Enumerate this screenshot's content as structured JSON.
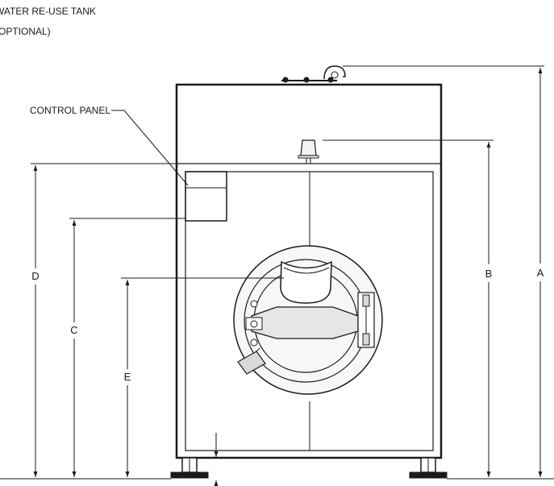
{
  "callouts": {
    "tank_line1": "WATER RE-USE TANK",
    "tank_line2": "(OPTIONAL)",
    "control_panel": "CONTROL PANEL"
  },
  "dimensions": {
    "a": "A",
    "b": "B",
    "c": "C",
    "d": "D",
    "e": "E"
  },
  "colors": {
    "line": "#1a1a1a",
    "fill_light": "#f2f2f2",
    "fill_mid": "#d9d9d9"
  }
}
